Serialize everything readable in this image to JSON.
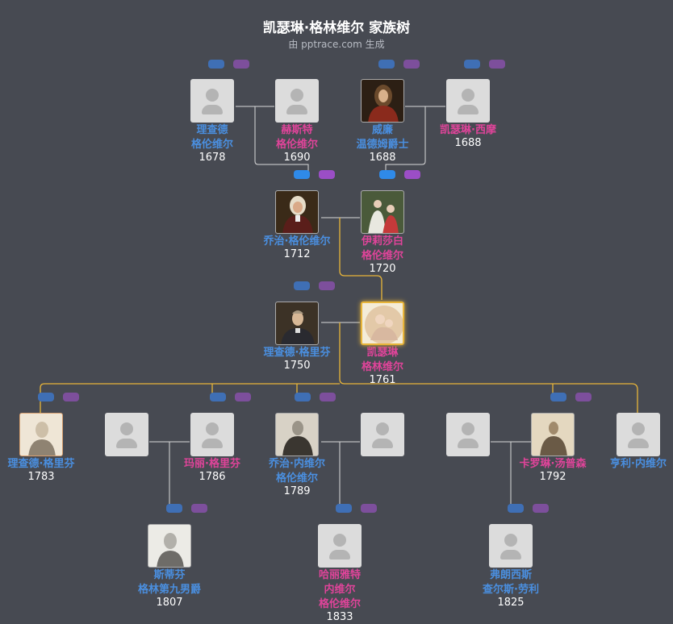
{
  "title": "凯瑟琳·格林维尔 家族树",
  "subtitle": "由 pptrace.com 生成",
  "colors": {
    "background": "#474a52",
    "male": "#4a8fe0",
    "female": "#e0449a",
    "highlight_line": "#e8b53a",
    "line": "#d9d9d9"
  },
  "people": {
    "richard_grenville_1678": {
      "name": [
        "理查德",
        "格伦维尔"
      ],
      "year": "1678",
      "gender": "m",
      "photo": "placeholder"
    },
    "hester_grenville": {
      "name": [
        "赫斯特",
        "格伦维尔"
      ],
      "year": "1690",
      "gender": "f",
      "photo": "placeholder"
    },
    "william_wyndham": {
      "name": [
        "威廉",
        "温德姆爵士"
      ],
      "year": "1688",
      "gender": "m",
      "photo": "portrait"
    },
    "catherine_seymour": {
      "name": [
        "凯瑟琳·西摩"
      ],
      "year": "1688",
      "gender": "f",
      "photo": "placeholder"
    },
    "george_grenville": {
      "name": [
        "乔治·格伦维尔"
      ],
      "year": "1712",
      "gender": "m",
      "photo": "portrait"
    },
    "elizabeth_grenville": {
      "name": [
        "伊莉莎白",
        "格伦维尔"
      ],
      "year": "1720",
      "gender": "f",
      "photo": "portrait"
    },
    "richard_griffin": {
      "name": [
        "理查德·格里芬"
      ],
      "year": "1750",
      "gender": "m",
      "photo": "portrait"
    },
    "catherine_grenville": {
      "name": [
        "凯瑟琳",
        "格林维尔"
      ],
      "year": "1761",
      "gender": "f",
      "photo": "portrait"
    },
    "richard_griffin_1783": {
      "name": [
        "理查德·格里芬"
      ],
      "year": "1783",
      "gender": "m",
      "photo": "engraving"
    },
    "spouse_1": {
      "name": [],
      "year": "",
      "gender": "m",
      "photo": "placeholder"
    },
    "mary_griffin": {
      "name": [
        "玛丽·格里芬"
      ],
      "year": "1786",
      "gender": "f",
      "photo": "placeholder"
    },
    "george_neville": {
      "name": [
        "乔治·内维尔",
        "格伦维尔"
      ],
      "year": "1789",
      "gender": "m",
      "photo": "engraving"
    },
    "spouse_2": {
      "name": [],
      "year": "",
      "gender": "f",
      "photo": "placeholder"
    },
    "spouse_3": {
      "name": [],
      "year": "",
      "gender": "m",
      "photo": "placeholder"
    },
    "caroline_thompson": {
      "name": [
        "卡罗琳·汤普森"
      ],
      "year": "1792",
      "gender": "f",
      "photo": "photo"
    },
    "henry_neville": {
      "name": [
        "亨利·内维尔"
      ],
      "year": "",
      "gender": "m",
      "photo": "placeholder"
    },
    "stephen_griffin": {
      "name": [
        "斯蒂芬",
        "格林第九男爵"
      ],
      "year": "1807",
      "gender": "m",
      "photo": "engraving"
    },
    "harriet_neville": {
      "name": [
        "哈丽雅特",
        "内维尔",
        "格伦维尔"
      ],
      "year": "1833",
      "gender": "f",
      "photo": "placeholder"
    },
    "francis_lane": {
      "name": [
        "弗朗西斯",
        "查尔斯·劳利"
      ],
      "year": "1825",
      "gender": "m",
      "photo": "placeholder"
    }
  }
}
